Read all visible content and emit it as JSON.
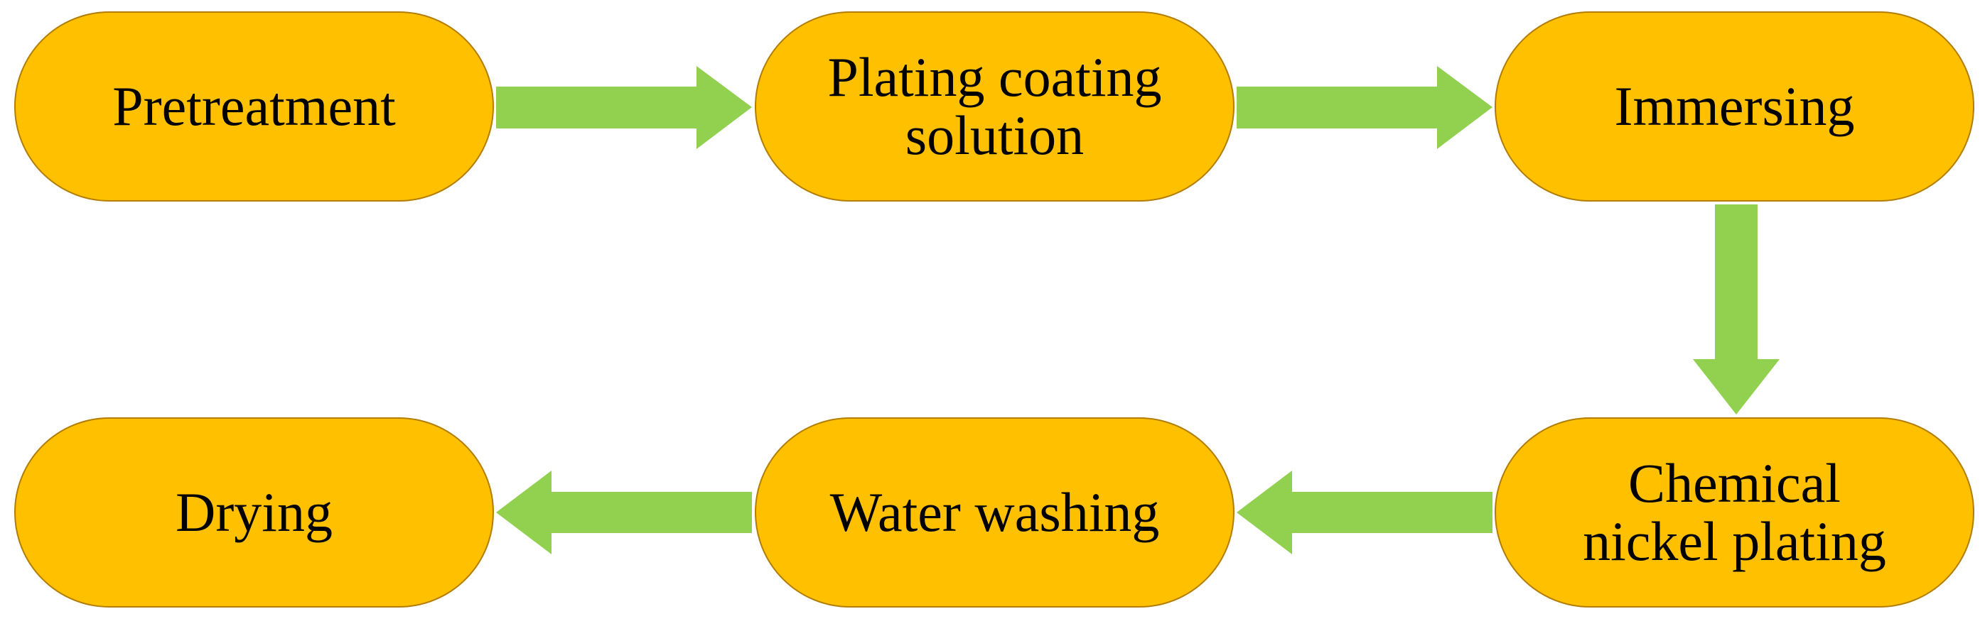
{
  "colors": {
    "node_fill": "#FFC000",
    "node_border": "#B27D00",
    "arrow_fill": "#92D050",
    "text": "#000000",
    "background": "#FFFFFF"
  },
  "nodes": [
    {
      "id": "pretreatment",
      "label": "Pretreatment"
    },
    {
      "id": "plating-coating-solution",
      "label": "Plating coating\nsolution"
    },
    {
      "id": "immersing",
      "label": "Immersing"
    },
    {
      "id": "chemical-nickel-plating",
      "label": "Chemical\nnickel plating"
    },
    {
      "id": "water-washing",
      "label": "Water washing"
    },
    {
      "id": "drying",
      "label": "Drying"
    }
  ],
  "edges": [
    {
      "from": "pretreatment",
      "to": "plating-coating-solution"
    },
    {
      "from": "plating-coating-solution",
      "to": "immersing"
    },
    {
      "from": "immersing",
      "to": "chemical-nickel-plating"
    },
    {
      "from": "chemical-nickel-plating",
      "to": "water-washing"
    },
    {
      "from": "water-washing",
      "to": "drying"
    }
  ]
}
